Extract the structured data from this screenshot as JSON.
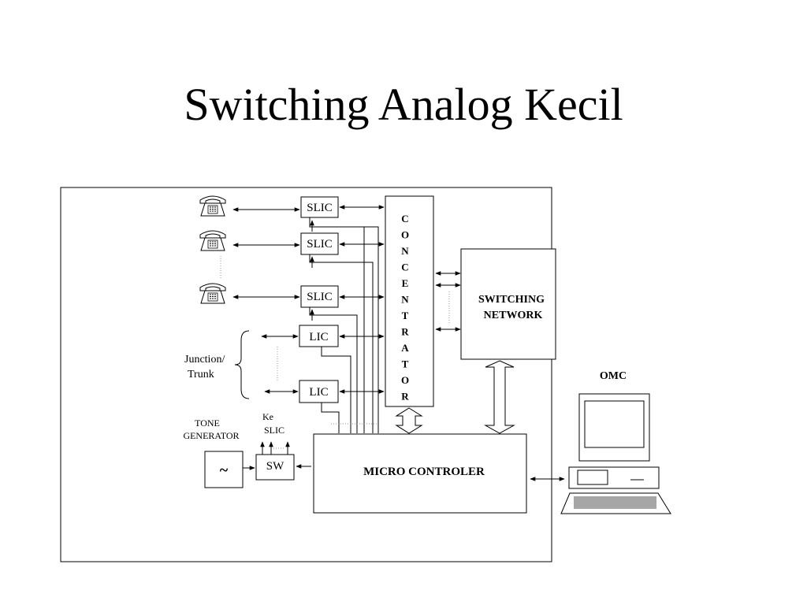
{
  "slide": {
    "title": "Switching Analog Kecil"
  },
  "diagram": {
    "slic_label": "SLIC",
    "lic_label": "LIC",
    "concentrator_letters": [
      "C",
      "O",
      "N",
      "C",
      "E",
      "N",
      "T",
      "R",
      "A",
      "T",
      "O",
      "R"
    ],
    "switching_network": [
      "SWITCHING",
      "NETWORK"
    ],
    "junction_trunk": [
      "Junction/",
      "Trunk"
    ],
    "tone_generator": [
      "TONE",
      "GENERATOR"
    ],
    "tone_symbol": "~",
    "ke_slic": [
      "Ke",
      "SLIC"
    ],
    "sw_label": "SW",
    "micro_controler": "MICRO CONTROLER",
    "omc_label": "OMC"
  },
  "icons": [
    "telephone-icon",
    "computer-terminal-icon"
  ]
}
